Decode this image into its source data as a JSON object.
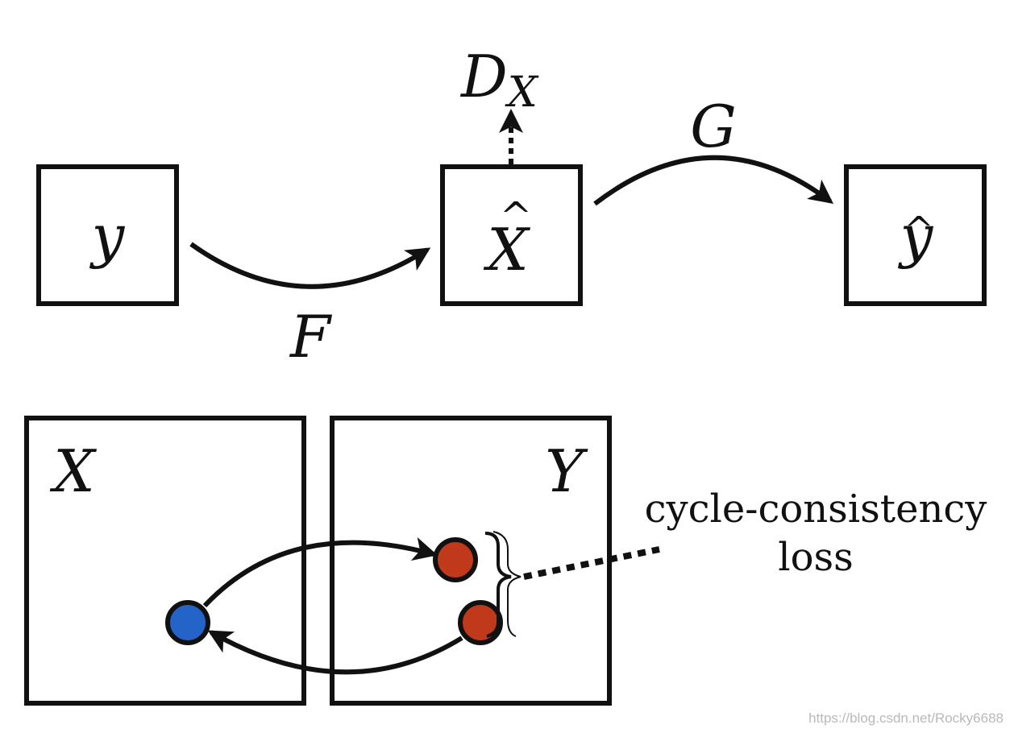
{
  "top": {
    "box_left": "y",
    "box_mid": "X",
    "box_mid_hat": "^",
    "box_right": "y",
    "box_right_hat": "^",
    "arrow_f": "F",
    "arrow_g": "G",
    "disc_main": "D",
    "disc_sub": "X"
  },
  "bottom": {
    "domain_left": "X",
    "domain_right": "Y",
    "loss_line1": "cycle-consistency",
    "loss_line2": "loss",
    "colors": {
      "blue": "#2464c8",
      "red": "#c1391b"
    }
  },
  "watermark": "https://blog.csdn.net/Rocky6688"
}
